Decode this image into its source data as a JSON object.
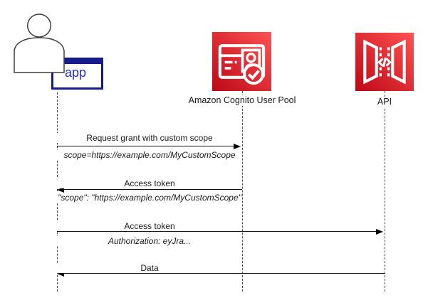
{
  "participants": {
    "app": {
      "label": "app"
    },
    "cognito": {
      "label": "Amazon Cognito User Pool"
    },
    "api": {
      "label": "API"
    }
  },
  "messages": [
    {
      "label": "Request grant with custom scope",
      "detail": "scope=https://example.com/MyCustomScope",
      "from": "app",
      "to": "cognito",
      "direction": "right"
    },
    {
      "label": "Access token",
      "detail": "\"scope\": \"https://example.com/MyCustomScope\"",
      "from": "cognito",
      "to": "app",
      "direction": "left"
    },
    {
      "label": "Access token",
      "detail": "Authorization: eyJra...",
      "from": "app",
      "to": "api",
      "direction": "right"
    },
    {
      "label": "Data",
      "detail": "",
      "from": "api",
      "to": "app",
      "direction": "left"
    }
  ],
  "colors": {
    "aws_red_dark": "#bd0816",
    "aws_red_light": "#ff5252",
    "app_box_navy": "#151b8c",
    "app_text_blue": "#2531bd",
    "line_black": "#111111",
    "lifeline_gray": "#4a4a4a"
  }
}
